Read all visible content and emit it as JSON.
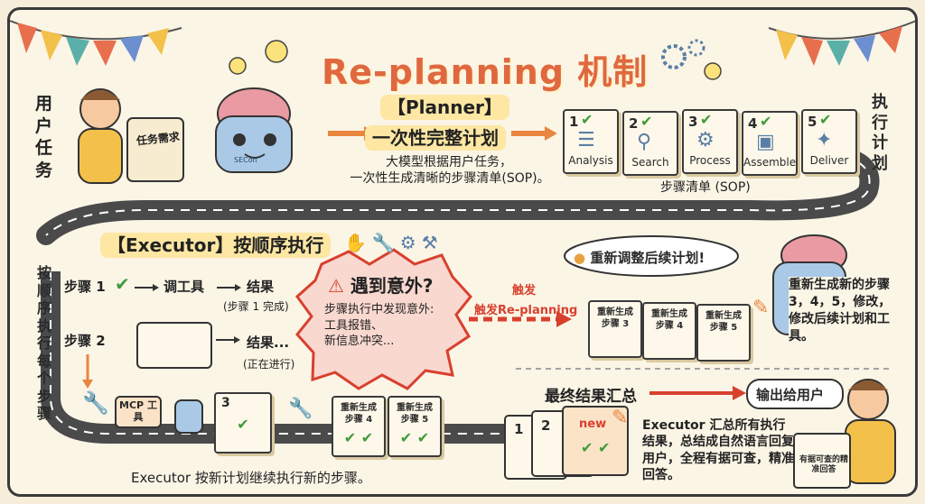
{
  "title": "Re-planning 机制",
  "left_top_label": "用户任务",
  "scroll_label": "任务需求",
  "robot_badge": "SECon",
  "planner": {
    "tag": "【Planner】",
    "headline": "一次性完整计划",
    "desc_line1": "大模型根据用户任务，",
    "desc_line2": "一次性生成清晰的步骤清单(SOP)。"
  },
  "right_top_label": "执行计划",
  "sop_cards": [
    {
      "num": "1",
      "label": "Analysis",
      "icon": "clipboard-icon"
    },
    {
      "num": "2",
      "label": "Search",
      "icon": "magnifier-icon"
    },
    {
      "num": "3",
      "label": "Process",
      "icon": "gears-icon"
    },
    {
      "num": "4",
      "label": "Assemble",
      "icon": "box-icon"
    },
    {
      "num": "5",
      "label": "Deliver",
      "icon": "handshake-icon"
    }
  ],
  "sop_caption": "步骤清单 (SOP)",
  "executor": {
    "tag": "【Executor】按顺序执行",
    "step1": "步骤 1",
    "tool": "调工具",
    "result": "结果",
    "step1_note": "(步骤 1 完成)",
    "step2": "步骤 2",
    "result2": "结果...",
    "step2_note": "(正在进行)",
    "mcp": "MCP 工具",
    "step3_num": "3"
  },
  "left_vertical": "按顺序执行每个步骤",
  "surprise": {
    "title": "遇到意外?",
    "line1": "步骤执行中发现意外:",
    "line2": "工具报错、",
    "line3": "新信息冲突..."
  },
  "trigger": {
    "top": "触发",
    "bottom": "触发Re-planning"
  },
  "replan_bubble": "重新调整后续计划!",
  "replan_cards": [
    {
      "line1": "重新生成",
      "line2": "步骤 3"
    },
    {
      "line1": "重新生成",
      "line2": "步骤 4"
    },
    {
      "line1": "重新生成",
      "line2": "步骤 5"
    }
  ],
  "replan_note": "重新生成新的步骤3，4，5，修改，修改后续计划和工具。",
  "bottom_cards": [
    {
      "line1": "重新生成",
      "line2": "步骤 4"
    },
    {
      "line1": "重新生成",
      "line2": "步骤 5"
    }
  ],
  "bottom_caption": "Executor 按新计划继续执行新的步骤。",
  "final": {
    "title": "最终结果汇总",
    "output": "输出给用户",
    "new_tag": "new",
    "desc": "Executor 汇总所有执行结果，总结成自然语言回复用户，全程有据可查，精准回答。",
    "paper": "有据可查的精准回答"
  },
  "colors": {
    "title": "#e0683f",
    "road": "#4a4a4a",
    "arrow": "#e9853f",
    "check": "#3f9b3a",
    "alert": "#d8402e",
    "highlight": "#fde7a3"
  }
}
